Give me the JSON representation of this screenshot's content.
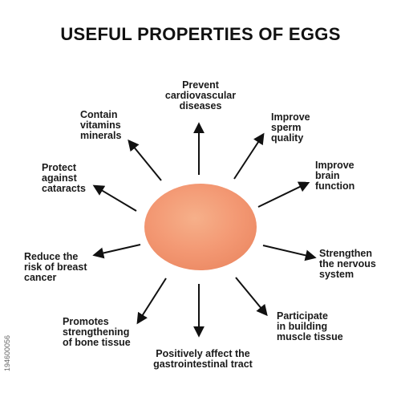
{
  "title": "USEFUL PROPERTIES OF EGGS",
  "properties": [
    "Prevent\ncardiovascular\ndiseases",
    "Improve\nsperm\nquality",
    "Improve\nbrain\nfunction",
    "Strengthen\nthe nervous\nsystem",
    "Participate\nin building\nmuscle tissue",
    "Positively affect the\ngastrointestinal tract",
    "Promotes\nstrengthening\nof bone tissue",
    "Reduce the\nrisk of breast\ncancer",
    "Protect\nagainst\ncataracts",
    "Contain\nvitamins\nminerals"
  ],
  "stock_id": "194600056",
  "colors": {
    "egg_light": "#f6b08a",
    "egg_mid": "#f39873",
    "egg_dark": "#ec8a64",
    "arrow": "#111111",
    "text": "#1a1a1a"
  }
}
